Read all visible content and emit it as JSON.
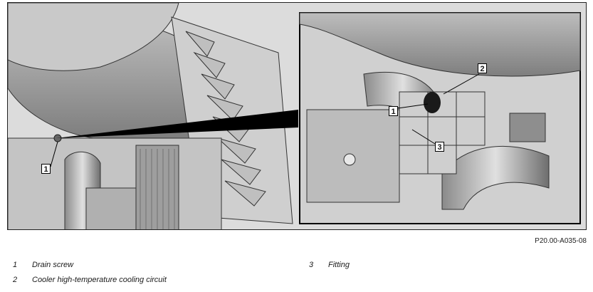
{
  "figure": {
    "callouts": {
      "main_1": "1",
      "inset_1": "1",
      "inset_2": "2",
      "inset_3": "3"
    },
    "id_label": "P20.00-A035-08"
  },
  "legend": [
    {
      "number": "1",
      "text": "Drain screw"
    },
    {
      "number": "2",
      "text": "Cooler high-temperature cooling circuit"
    },
    {
      "number": "3",
      "text": "Fitting"
    }
  ]
}
